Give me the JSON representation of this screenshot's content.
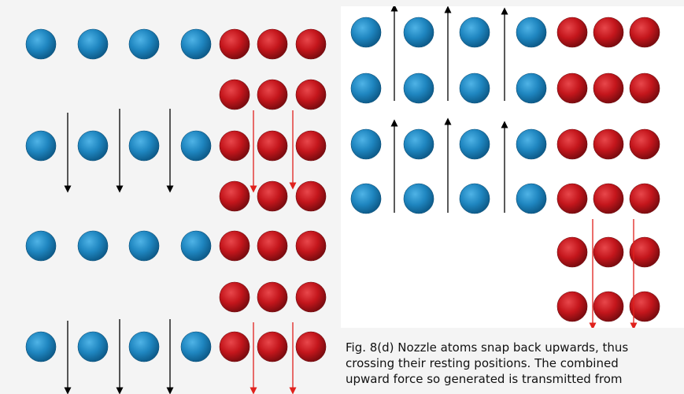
{
  "figure": {
    "atom_colors": {
      "nozzle": "#1f86c0",
      "bulk": "#c4161c"
    },
    "arrow_colors": {
      "black": "#000000",
      "red": "#e0211c"
    },
    "caption_lines": [
      "Fig. 8(d) Nozzle atoms snap back upwards, thus",
      "crossing their resting positions. The combined",
      "upward force so generated is transmitted from"
    ]
  }
}
